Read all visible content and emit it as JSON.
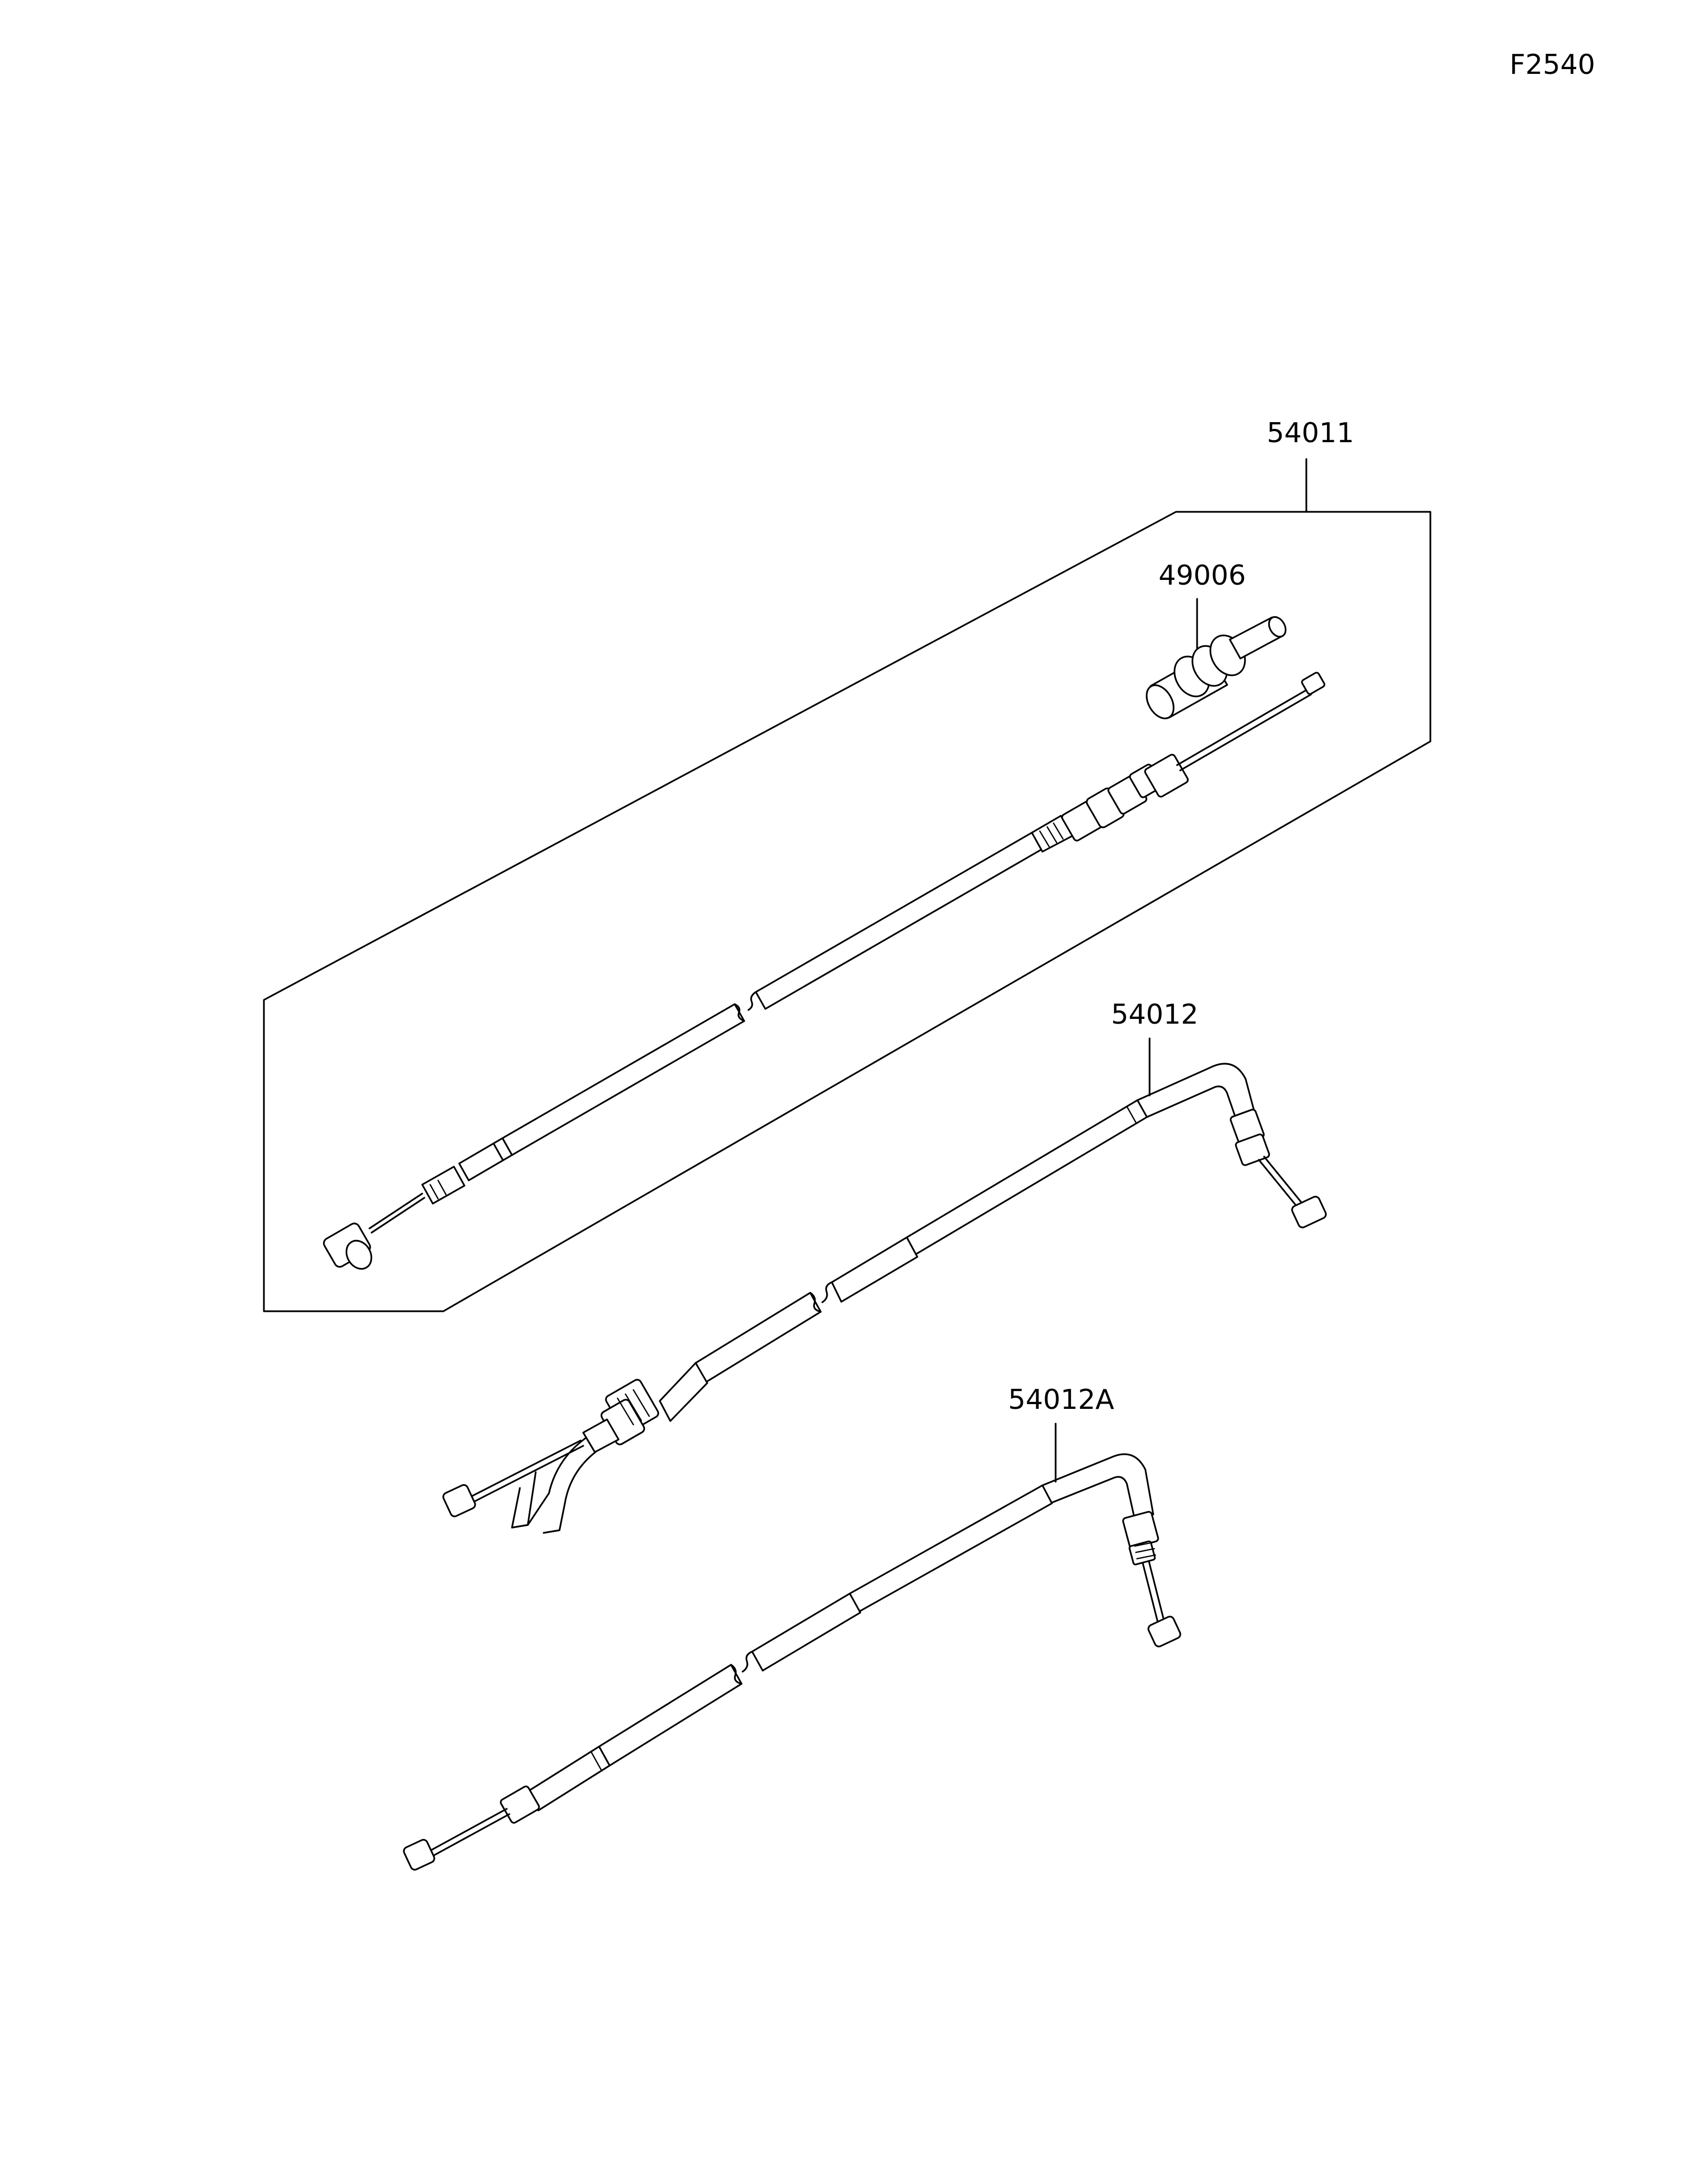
{
  "diagram": {
    "figure_code": "F2540",
    "parts": [
      {
        "number": "54011"
      },
      {
        "number": "49006"
      },
      {
        "number": "54012"
      },
      {
        "number": "54012A"
      }
    ]
  }
}
